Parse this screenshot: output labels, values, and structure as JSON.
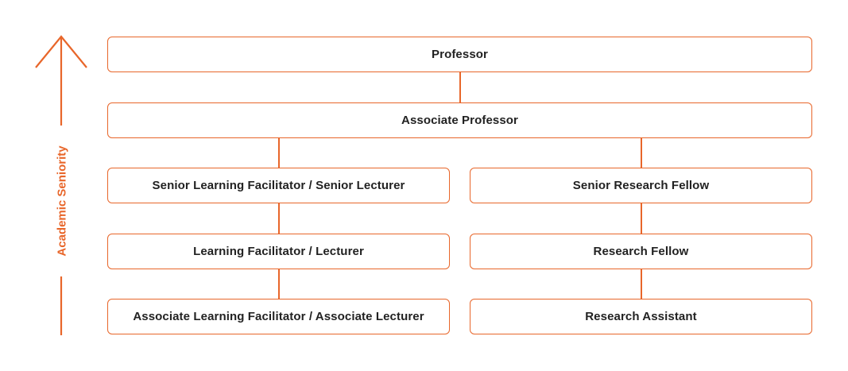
{
  "diagram": {
    "axis_label": "Academic Seniority",
    "accent_color": "#e8662a",
    "nodes": {
      "professor": "Professor",
      "associate_professor": "Associate Professor",
      "senior_learning_facilitator": "Senior Learning Facilitator / Senior Lecturer",
      "senior_research_fellow": "Senior Research Fellow",
      "learning_facilitator": "Learning Facilitator / Lecturer",
      "research_fellow": "Research Fellow",
      "associate_learning_facilitator": "Associate Learning Facilitator / Associate Lecturer",
      "research_assistant": "Research Assistant"
    },
    "edges": [
      [
        "professor",
        "associate_professor"
      ],
      [
        "associate_professor",
        "senior_learning_facilitator"
      ],
      [
        "associate_professor",
        "senior_research_fellow"
      ],
      [
        "senior_learning_facilitator",
        "learning_facilitator"
      ],
      [
        "senior_research_fellow",
        "research_fellow"
      ],
      [
        "learning_facilitator",
        "associate_learning_facilitator"
      ],
      [
        "research_fellow",
        "research_assistant"
      ]
    ],
    "icons": {
      "axis_arrow": "arrow-up-icon"
    }
  }
}
